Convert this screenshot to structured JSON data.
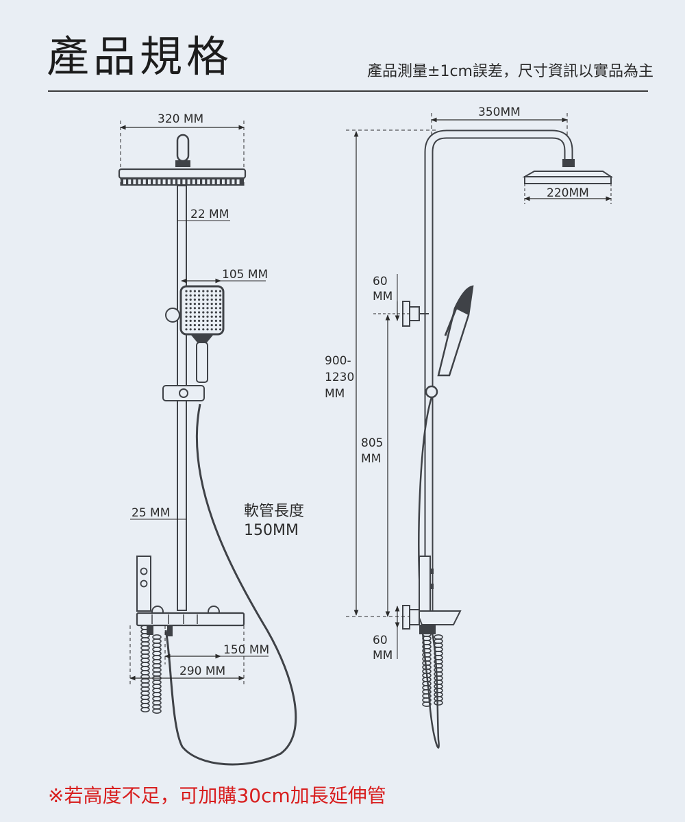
{
  "header": {
    "title": "產品規格",
    "note": "產品測量±1cm誤差，尺寸資訊以實品為主"
  },
  "front_view": {
    "shower_head_width": "320 MM",
    "pipe_diameter": "22 MM",
    "hand_shower_width": "105 MM",
    "pipe_diameter_lower": "25 MM",
    "hose_length_label": "軟管長度",
    "hose_length_value": "150MM",
    "mixer_center": "150 MM",
    "mixer_width": "290 MM"
  },
  "side_view": {
    "arm_length": "350MM",
    "head_width": "220MM",
    "top_offset_a": "60",
    "top_offset_b": "MM",
    "total_height_a": "900-",
    "total_height_b": "1230",
    "total_height_c": "MM",
    "slide_height_a": "805",
    "slide_height_b": "MM",
    "bottom_offset_a": "60",
    "bottom_offset_b": "MM"
  },
  "footer": {
    "note": "※若高度不足，可加購30cm加長延伸管"
  },
  "colors": {
    "background": "#e9eef4",
    "line": "#2b2b2b",
    "product": "#3f4247",
    "footnote": "#d81e1e"
  }
}
